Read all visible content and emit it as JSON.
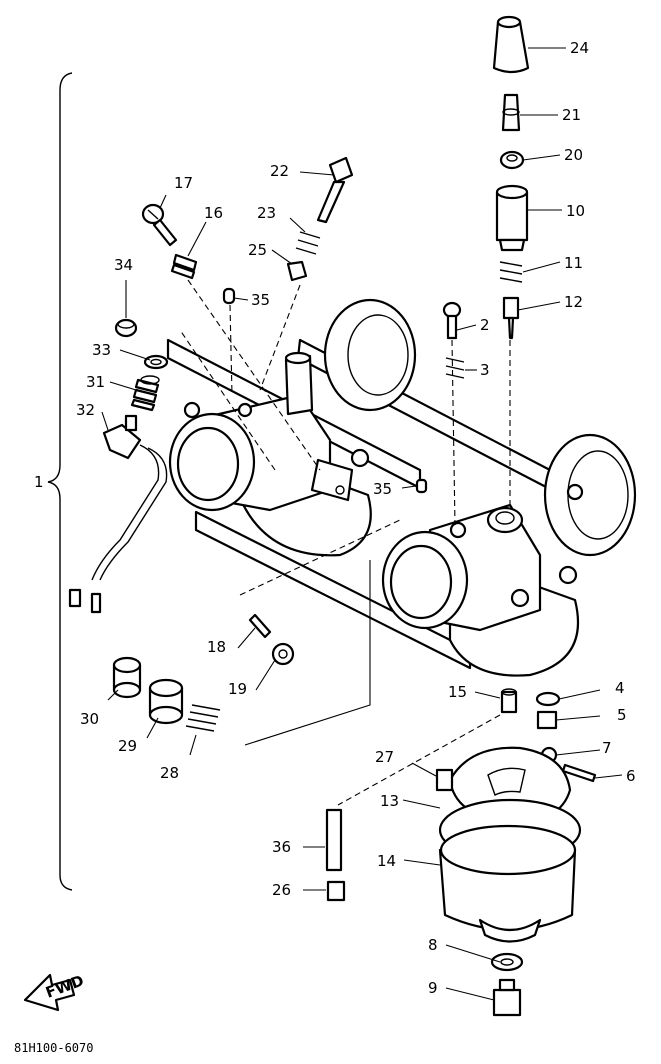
{
  "figure_code": "81H100-6070",
  "fwd_label": "FWD",
  "assembly_label": "1",
  "callouts": {
    "c2": "2",
    "c3": "3",
    "c4": "4",
    "c5": "5",
    "c6": "6",
    "c7": "7",
    "c8": "8",
    "c9": "9",
    "c10": "10",
    "c11": "11",
    "c12": "12",
    "c13": "13",
    "c14": "14",
    "c15": "15",
    "c16": "16",
    "c17": "17",
    "c18": "18",
    "c19": "19",
    "c20": "20",
    "c21": "21",
    "c22": "22",
    "c23": "23",
    "c24": "24",
    "c25": "25",
    "c26": "26",
    "c27": "27",
    "c28": "28",
    "c29": "29",
    "c30": "30",
    "c31": "31",
    "c32": "32",
    "c33": "33",
    "c34": "34",
    "c35a": "35",
    "c35b": "35",
    "c36": "36"
  },
  "colors": {
    "ink": "#000000",
    "paper": "#ffffff"
  }
}
